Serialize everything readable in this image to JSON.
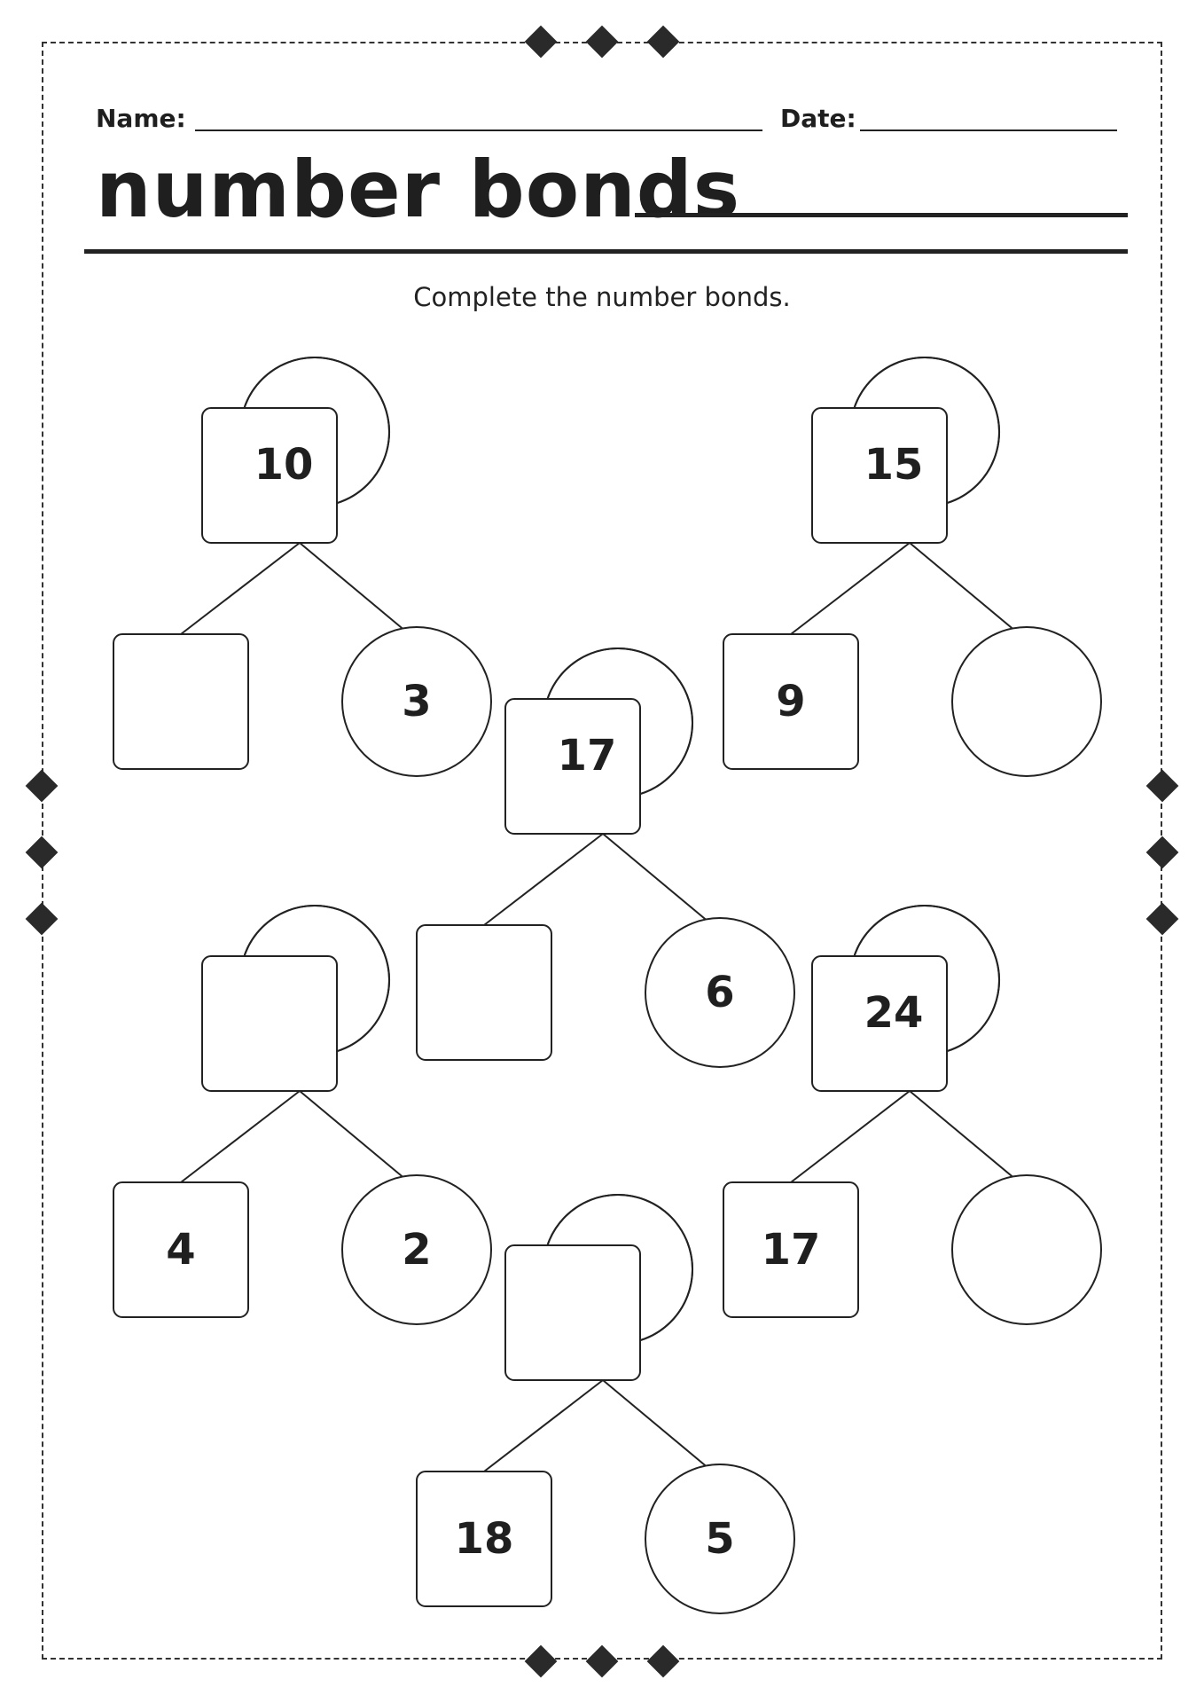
{
  "worksheet": {
    "name_label": "Name:",
    "date_label": "Date:",
    "title": "number bonds",
    "instruction": "Complete the number bonds."
  },
  "bonds": [
    {
      "whole": "10",
      "part_left": "",
      "part_right": "3"
    },
    {
      "whole": "15",
      "part_left": "9",
      "part_right": ""
    },
    {
      "whole": "17",
      "part_left": "",
      "part_right": "6"
    },
    {
      "whole": "",
      "part_left": "4",
      "part_right": "2"
    },
    {
      "whole": "24",
      "part_left": "17",
      "part_right": ""
    },
    {
      "whole": "",
      "part_left": "18",
      "part_right": "5"
    }
  ],
  "colors": {
    "ink": "#222222",
    "paper": "#ffffff"
  }
}
